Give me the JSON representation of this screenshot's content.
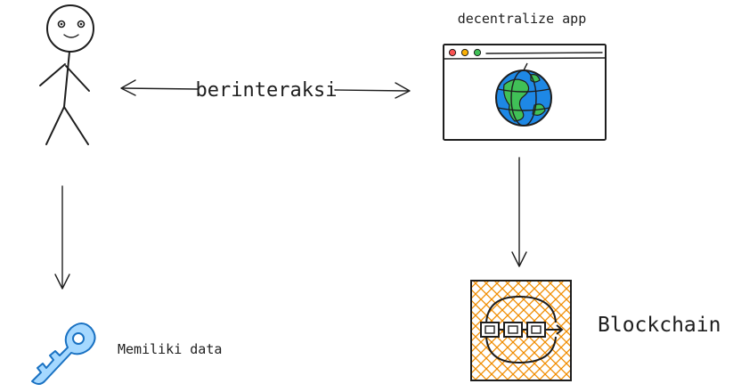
{
  "labels": {
    "interaction": "berinteraksi",
    "dapp": "decentralize app",
    "key": "Memiliki data",
    "blockchain": "Blockchain"
  },
  "colors": {
    "ink": "#1e1e1e",
    "globe_ocean": "#1e88e5",
    "globe_land": "#40c057",
    "key_fill": "#a5d8ff",
    "key_stroke": "#1971c2",
    "hatch": "#f08c00",
    "dot_red": "#fa5252",
    "dot_yellow": "#fab005",
    "dot_green": "#40c057"
  },
  "icons": [
    "stick-figure-icon",
    "browser-window-icon",
    "globe-icon",
    "key-icon",
    "chain-blocks-icon"
  ]
}
